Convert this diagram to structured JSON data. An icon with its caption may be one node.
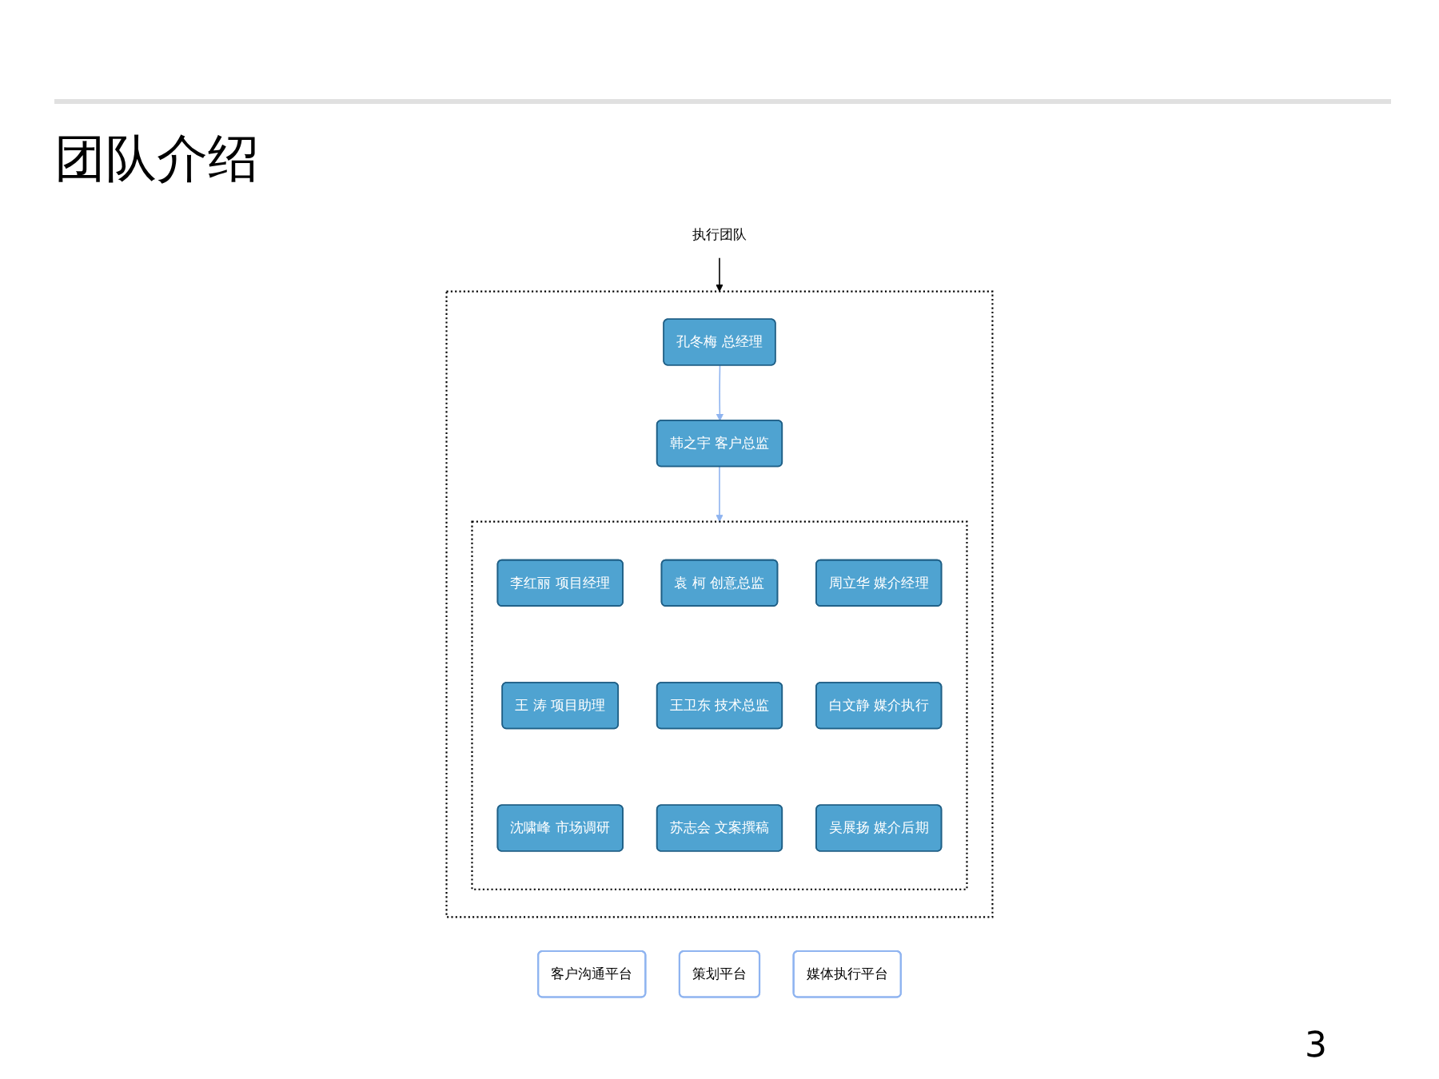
{
  "diagram": {
    "title": "团队介绍",
    "nodes": [
      {
        "text": [
          "执行团队"
        ]
      },
      {
        "text": [],
        "shape": "box"
      },
      {
        "text": [
          "孔冬梅 总经理"
        ],
        "in": 1
      },
      {
        "text": [
          "韩之宇 客户总监"
        ],
        "in": 1
      },
      {
        "text": [],
        "shape": "box",
        "in": 1
      },
      {
        "text": [
          "李红丽 项目经理"
        ],
        "in": 4
      },
      {
        "text": [
          "袁 柯 创意总监"
        ],
        "in": 4
      },
      {
        "text": [
          "周立华 媒介经理"
        ],
        "in": 4
      },
      {
        "text": [
          "王 涛 项目助理"
        ],
        "in": 4
      },
      {
        "text": [
          "王卫东 技术总监"
        ],
        "in": 4
      },
      {
        "text": [
          "白文静 媒介执行"
        ],
        "in": 4
      },
      {
        "text": [
          "沈啸峰 市场调研"
        ],
        "in": 4
      },
      {
        "text": [
          "苏志会 文案撰稿"
        ],
        "in": 4
      },
      {
        "text": [
          "吴展扬 媒介后期"
        ],
        "in": 4
      },
      {
        "text": [
          "客户沟通平台"
        ]
      },
      {
        "text": [
          "策划平台"
        ]
      },
      {
        "text": [
          "媒体执行平台"
        ]
      }
    ],
    "edges": [
      {
        "from": 0,
        "to": 1,
        "arrow": "to",
        "color": "#000000"
      },
      {
        "from": 2,
        "to": 3,
        "arrow": "to"
      },
      {
        "from": 3,
        "to": 4,
        "arrow": "to"
      }
    ],
    "labels": [
      "3"
    ]
  }
}
